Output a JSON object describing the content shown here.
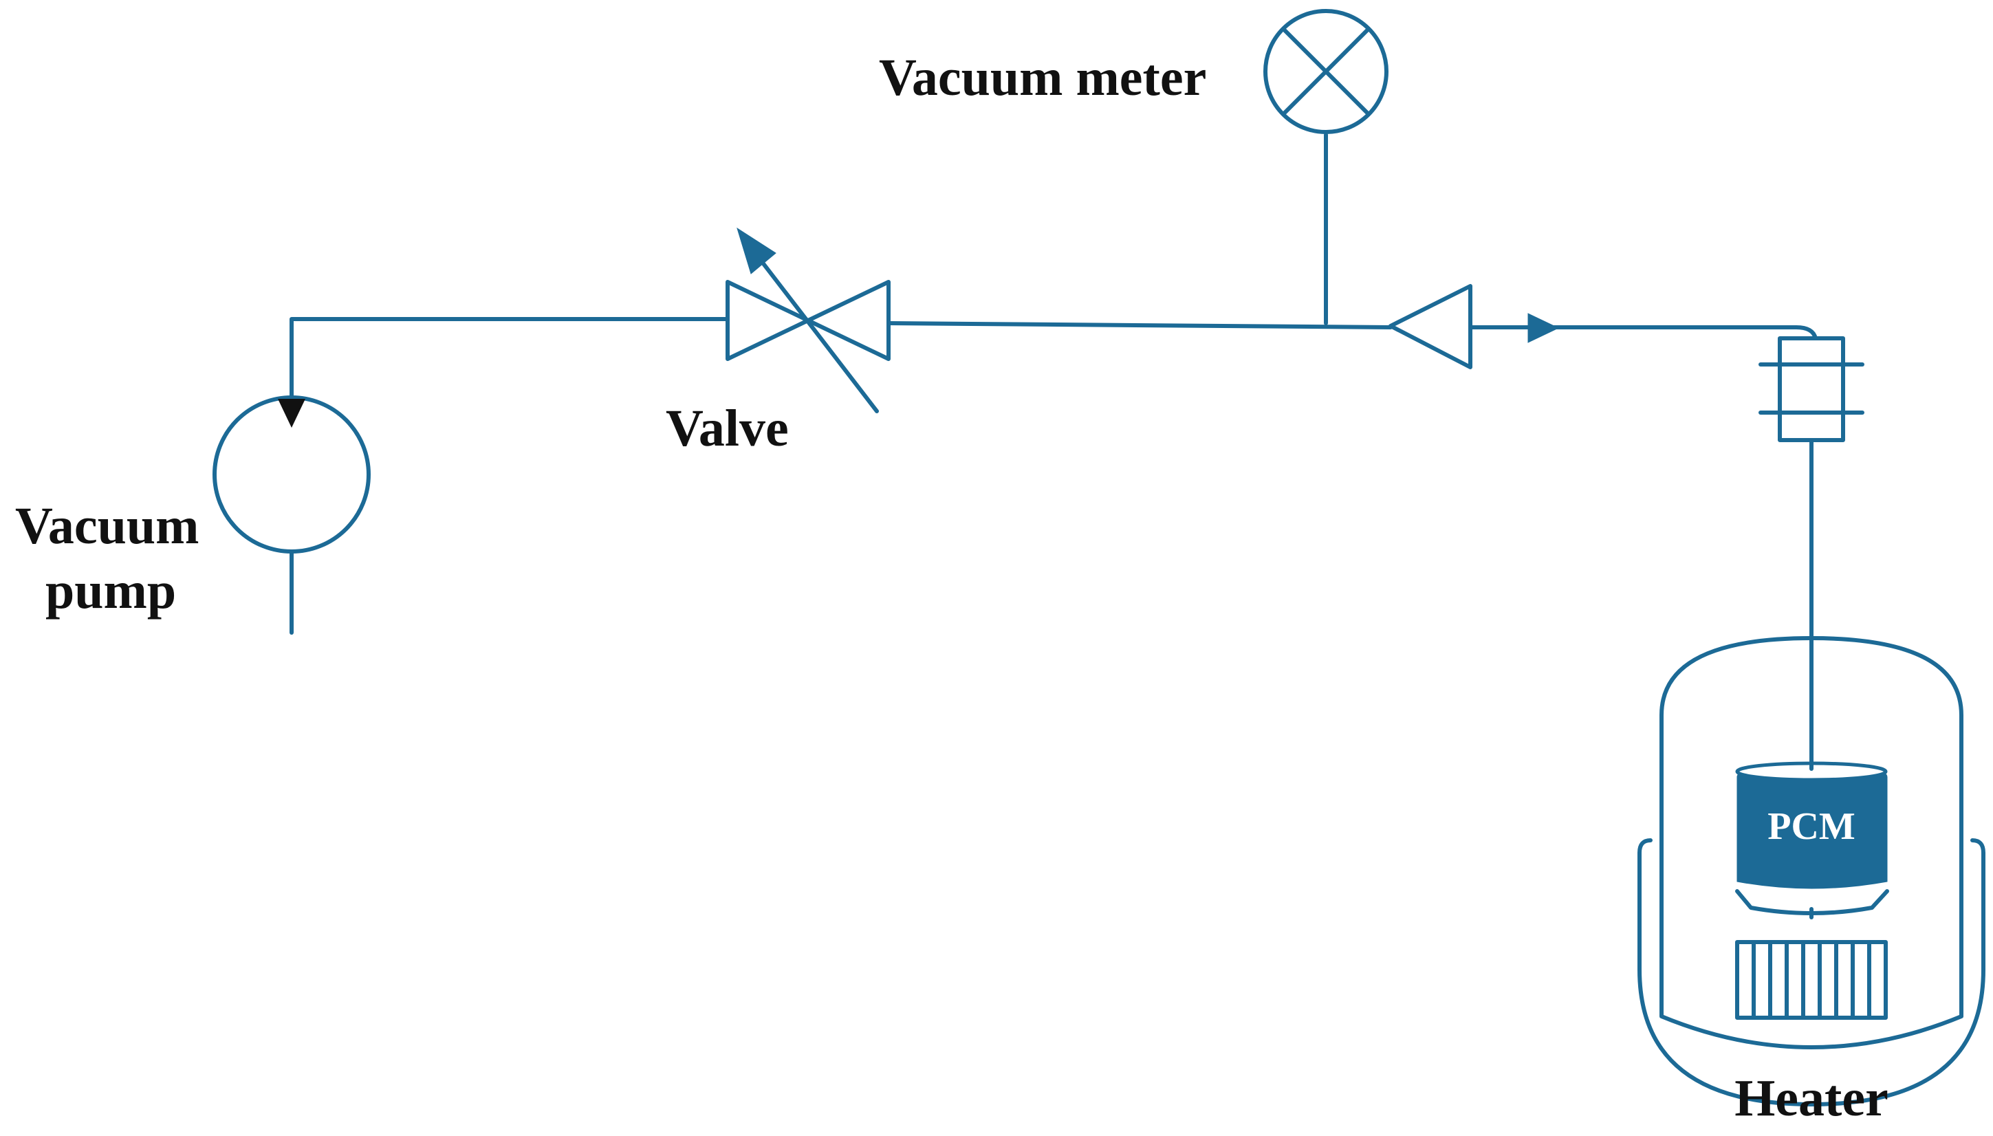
{
  "labels": {
    "vacuum_meter": "Vacuum meter",
    "valve": "Valve",
    "vacuum_pump_line1": "Vacuum",
    "vacuum_pump_line2": "pump",
    "pcm": "PCM",
    "heater": "Heater"
  },
  "colors": {
    "line": "#1c6a96",
    "text": "#111111",
    "pcm_text": "#ffffff"
  }
}
